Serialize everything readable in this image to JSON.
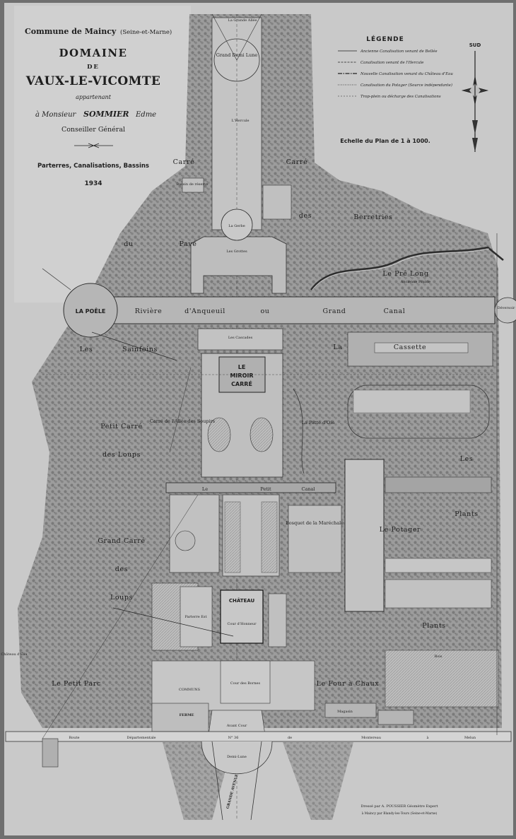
{
  "title": {
    "commune": "Commune de Maincy",
    "commune_note": "(Seine-et-Marne)",
    "domaine": "DOMAINE",
    "de": "DE",
    "name": "VAUX-LE-VICOMTE",
    "appartenant": "appartenant",
    "owner_prefix": "à Monsieur",
    "owner_name": "SOMMIER",
    "owner_first": "Edme",
    "owner_role": "Conseiller Général",
    "subtitle": "Parterres, Canalisations, Bassins",
    "year": "1934"
  },
  "legend": {
    "heading": "LÉGENDE",
    "entries": [
      "Ancienne Canalisation venant de Bellée",
      "Canalisation venant de l'Hercule",
      "Nouvelle Canalisation venant du Château d'Eau",
      "Canalisation du Potager (Source indépendante)",
      "Trop-plein ou décharge des Canalisations"
    ],
    "scale": "Echelle du Plan de 1 à 1000."
  },
  "compass": {
    "label": "SUD"
  },
  "places": {
    "grand_demi_lune": "Grand Demi Lune",
    "hercule": "L'Hercule",
    "grande_allee_top": "La Grande Allée",
    "carre_left": "Carré",
    "carre_right": "Carré",
    "bassin_reserve": "Bassin de réserve",
    "des": "des",
    "berretries": "Berretries",
    "du": "du",
    "pave": "Pavé",
    "la_gerbe": "La Gerbe",
    "les_grottes": "Les Grottes",
    "pre_long": "Le Pré Long",
    "ancienne_prairie": "Ancienne Prairie",
    "la_poele": "LA POÊLE",
    "canal_1": "Rivière",
    "canal_2": "d'Anqueuil",
    "canal_3": "ou",
    "canal_4": "Grand",
    "canal_5": "Canal",
    "deversoir": "Déversoir",
    "les_cascades": "Les Cascades",
    "les": "Les",
    "sainfoins": "Sainfoins",
    "la": "La",
    "cassette": "Cassette",
    "miroir_1": "LE",
    "miroir_2": "MIROIR",
    "miroir_3": "CARRÉ",
    "carre_allee": "Carré de l'Allée des Soupirs",
    "petit_carre": "Petit Carré",
    "des_loups_1": "des Loups",
    "la_patte": "La Patte d'Oie",
    "les_right": "Les",
    "petit_canal_1": "Le",
    "petit_canal_2": "Petit",
    "petit_canal_3": "Canal",
    "bosquet": "Bosquet de la Maréchale",
    "le_potager": "Le Potager",
    "plants_1": "Plants",
    "plants_2": "Plants",
    "grand_carre": "Grand Carré",
    "des_2": "des",
    "loups_2": "Loups",
    "chateau": "CHÂTEAU",
    "cour_honneur": "Cour d'Honneur",
    "parterre_est": "Parterre Est",
    "le_petit_parc": "Le Petit Parc",
    "chateau_deau": "Château d'Eau",
    "cour_des_bornes": "Cour des Bornes",
    "le_four": "Le Four à Chaux",
    "ferme": "FERME",
    "communs": "COMMUNS",
    "magasin": "Magasin",
    "avant_cour": "Avant Cour",
    "route_1": "Route",
    "route_2": "Départementale",
    "route_3": "N° 36",
    "route_4": "de",
    "route_5": "Montereau",
    "route_6": "à",
    "route_7": "Melun",
    "demi_lune_bottom": "Demi-Lune",
    "grande_avenue": "GRANDE AVENUE",
    "bois": "Bois"
  },
  "credit": {
    "line1": "Dressé par A. POUSSIER Géomètre Expert",
    "line2": "à Maincy par Blandy-les-Tours (Seine-et-Marne)"
  },
  "colors": {
    "paper": "#c9c9c9",
    "woods": "#8a8a8a",
    "ink": "#1e1e1e",
    "water": "#b4b4b4"
  }
}
